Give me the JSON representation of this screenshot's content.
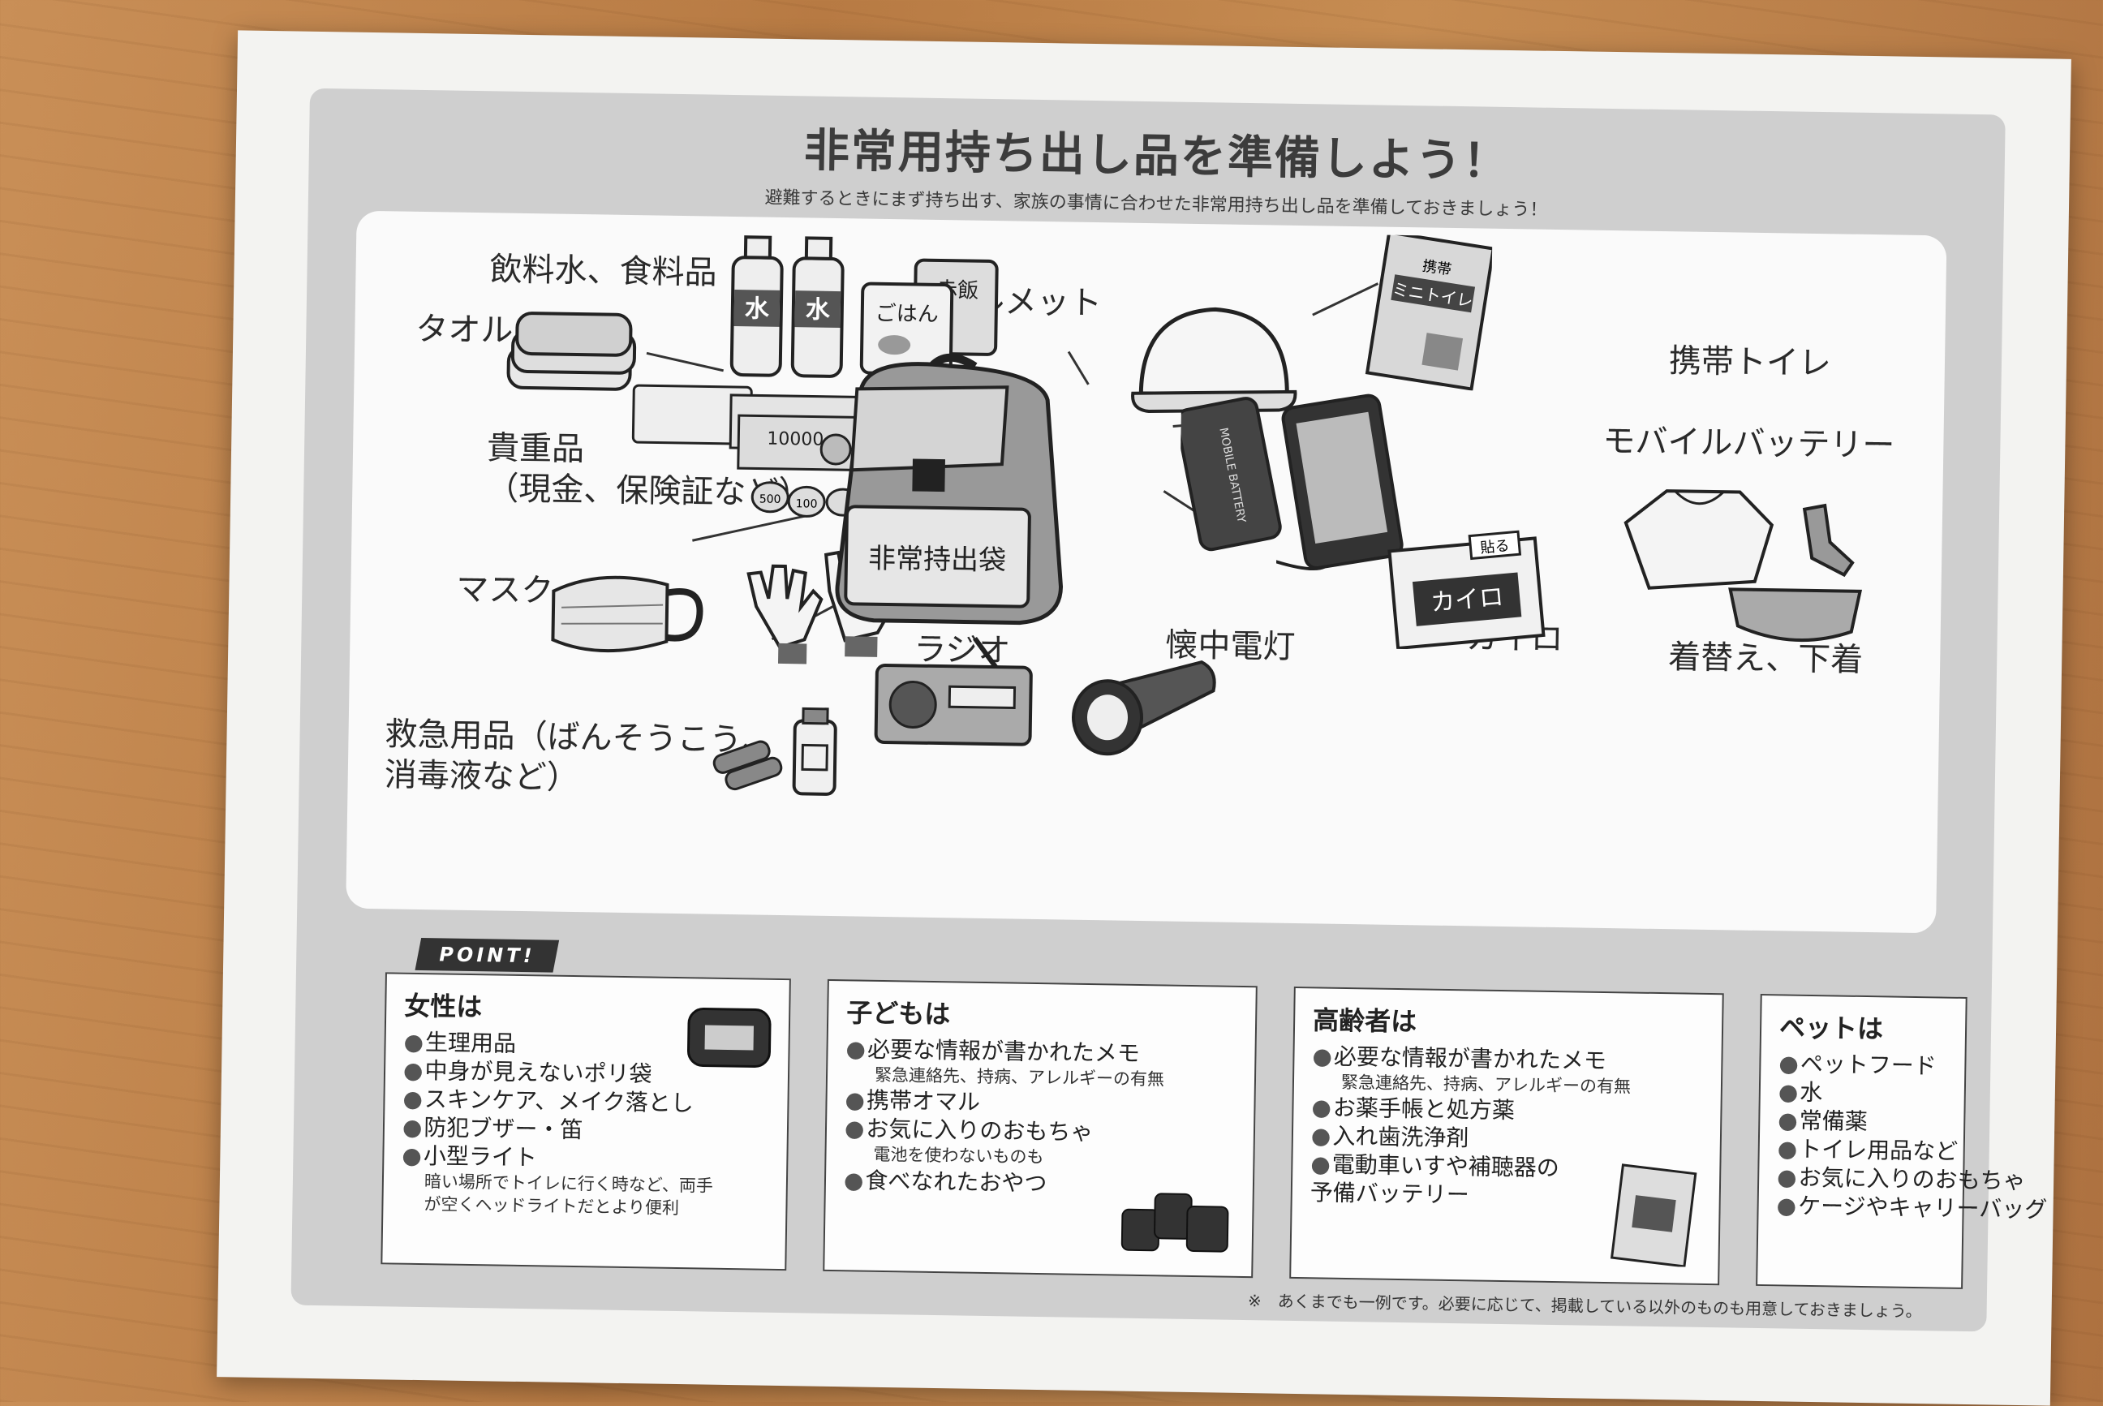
{
  "title": "非常用持ち出し品を準備しよう！",
  "subtitle": "避難するときにまず持ち出す、家族の事情に合わせた非常用持ち出し品を準備しておきましょう！",
  "labels": {
    "water_food": "飲料水、食料品",
    "towel": "タオル",
    "valuables": "貴重品\n（現金、保険証など）",
    "mask": "マスク",
    "first_aid": "救急用品（ばんそうこう、\n消毒液など）",
    "helmet": "ヘルメット",
    "portable_toilet": "携帯トイレ",
    "mobile_battery": "モバイルバッテリー",
    "change_clothes": "着替え、下着",
    "kairo": "カイロ",
    "flashlight": "懐中電灯",
    "radio": "ラジオ"
  },
  "illustration_text": {
    "water_bottle": "水",
    "rice_pack": "ごはん",
    "red_rice_pack": "赤飯",
    "bag_label": "非常持出袋",
    "toilet_pack_top": "携帯",
    "toilet_pack_title": "ミニトイレ",
    "battery_text": "MOBILE BATTERY",
    "kairo_tag": "貼る",
    "kairo_title": "カイロ",
    "banknote": "10000",
    "coin_1": "500",
    "coin_2": "100"
  },
  "point_label": "POINT!",
  "cards": [
    {
      "heading": "女性は",
      "items": [
        {
          "text": "生理用品"
        },
        {
          "text": "中身が見えないポリ袋"
        },
        {
          "text": "スキンケア、メイク落とし"
        },
        {
          "text": "防犯ブザー・笛"
        },
        {
          "text": "小型ライト"
        }
      ],
      "note": "暗い場所でトイレに行く時など、両手\nが空くヘッドライトだとより便利"
    },
    {
      "heading": "子どもは",
      "items": [
        {
          "text": "必要な情報が書かれたメモ",
          "sub": "緊急連絡先、持病、アレルギーの有無"
        },
        {
          "text": "携帯オマル"
        },
        {
          "text": "お気に入りのおもちゃ",
          "sub": "電池を使わないものも"
        },
        {
          "text": "食べなれたおやつ"
        }
      ]
    },
    {
      "heading": "高齢者は",
      "items": [
        {
          "text": "必要な情報が書かれたメモ",
          "sub": "緊急連絡先、持病、アレルギーの有無"
        },
        {
          "text": "お薬手帳と処方薬"
        },
        {
          "text": "入れ歯洗浄剤"
        },
        {
          "text": "電動車いすや補聴器の\n予備バッテリー"
        }
      ]
    },
    {
      "heading": "ペットは",
      "items": [
        {
          "text": "ペットフード"
        },
        {
          "text": "水"
        },
        {
          "text": "常備薬"
        },
        {
          "text": "トイレ用品など"
        },
        {
          "text": "お気に入りのおもちゃ"
        },
        {
          "text": "ケージやキャリーバッグ"
        }
      ]
    }
  ],
  "footnote": "※　あくまでも一例です。必要に応じて、掲載している以外のものも用意しておきましょう。"
}
